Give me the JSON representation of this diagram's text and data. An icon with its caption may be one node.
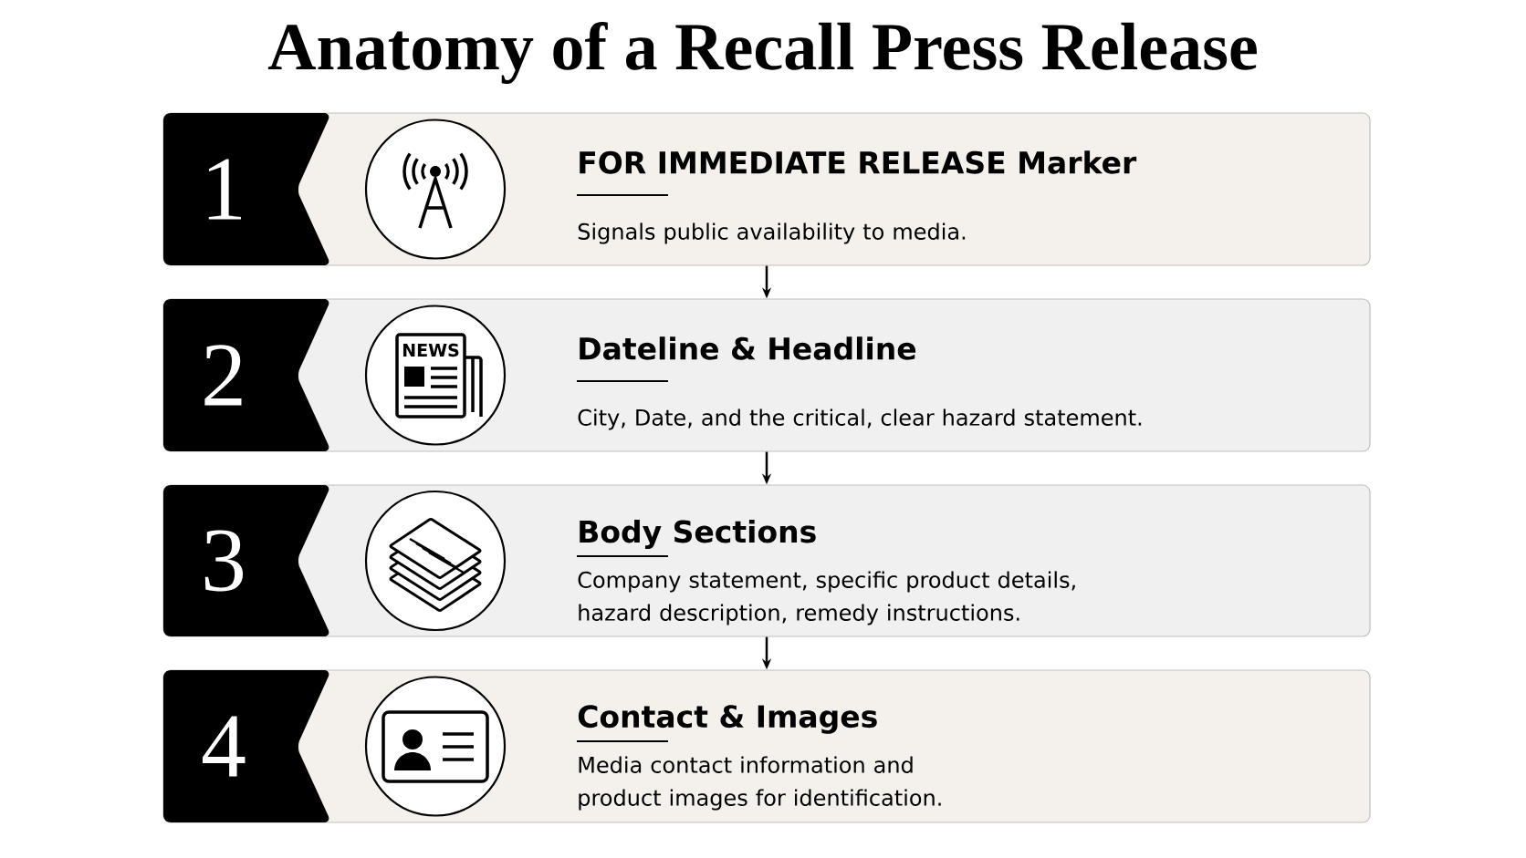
{
  "diagram": {
    "title": "Anatomy of a Recall Press Release",
    "nodes": [
      {
        "text": [
          "1",
          "FOR IMMEDIATE RELEASE Marker",
          "Signals public availability to media."
        ]
      },
      {
        "text": [
          "2",
          "Dateline & Headline",
          "City, Date, and the critical, clear hazard statement."
        ]
      },
      {
        "text": [
          "3",
          "Body Sections",
          "Company statement, specific product details, hazard description, remedy instructions."
        ]
      },
      {
        "text": [
          "4",
          "Contact & Images",
          "Media contact information and product images for identification."
        ]
      }
    ],
    "edges": [
      {
        "from": 0,
        "to": 1,
        "arrow": "to"
      },
      {
        "from": 1,
        "to": 2,
        "arrow": "to"
      },
      {
        "from": 2,
        "to": 3,
        "arrow": "to"
      }
    ],
    "labels": [
      "NEWS"
    ]
  }
}
